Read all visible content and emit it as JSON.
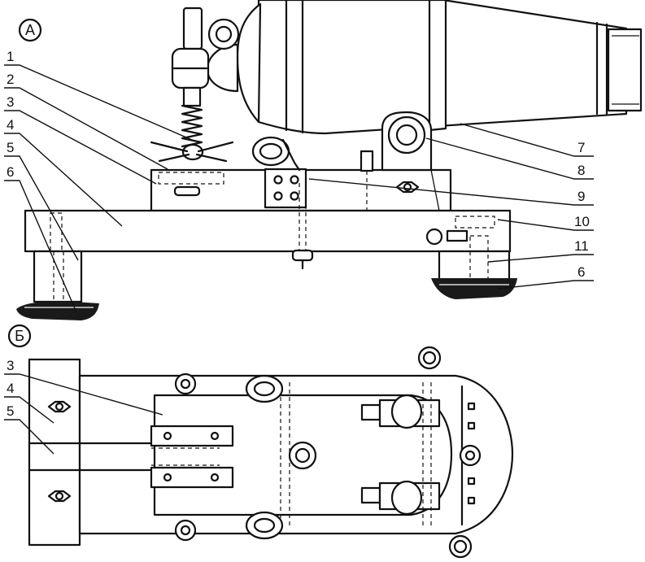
{
  "view_a": {
    "label": "А"
  },
  "view_b": {
    "label": "Б"
  },
  "callouts_a": [
    "1",
    "2",
    "3",
    "4",
    "5",
    "6",
    "7",
    "8",
    "9",
    "10",
    "11",
    "6"
  ],
  "callouts_b": [
    "3",
    "4",
    "5"
  ]
}
